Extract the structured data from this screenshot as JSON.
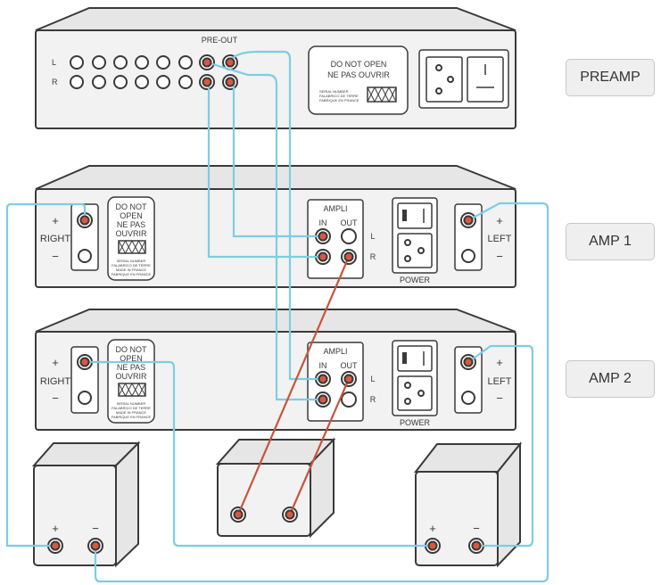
{
  "preamp": {
    "pre_out_label": "PRE-OUT",
    "row_left_label": "L",
    "row_right_label": "R",
    "warning_line1": "DO NOT OPEN",
    "warning_line2": "NE PAS OUVRIR",
    "serial_line1": "SERIAL NUMBER",
    "serial_line2": "FALABRICO DE TERRE",
    "serial_line3": "FABRIQUE EN FRANCE",
    "side_label": "PREAMP"
  },
  "amp1": {
    "side_label": "AMP 1",
    "plus": "+",
    "minus": "−",
    "right_label": "RIGHT",
    "left_label": "LEFT",
    "warning": [
      "DO NOT",
      "OPEN",
      "NE PAS",
      "OUVRIR"
    ],
    "serial": [
      "SERIAL NUMBER",
      "FALABRICO DE TERRE",
      "MADE IN FRANCE",
      "FABRIQUE EN FRANCE"
    ],
    "ampli_label": "AMPLI",
    "in_label": "IN",
    "out_label": "OUT",
    "l_label": "L",
    "r_label": "R",
    "power_label": "POWER"
  },
  "amp2": {
    "side_label": "AMP 2",
    "plus": "+",
    "minus": "−",
    "right_label": "RIGHT",
    "left_label": "LEFT",
    "warning": [
      "DO NOT",
      "OPEN",
      "NE PAS",
      "OUVRIR"
    ],
    "serial": [
      "SERIAL NUMBER",
      "FALABRICO DE TERRE",
      "MADE IN FRANCE",
      "FABRIQUE EN FRANCE"
    ],
    "ampli_label": "AMPLI",
    "in_label": "IN",
    "out_label": "OUT",
    "l_label": "L",
    "r_label": "R",
    "power_label": "POWER"
  },
  "speakers": {
    "left_plus": "+",
    "left_minus": "−",
    "right_plus": "+",
    "right_minus": "−"
  },
  "colors": {
    "wire_blue": "#7ccde3",
    "wire_red": "#c4563d",
    "terminal_red": "#d9583f"
  }
}
